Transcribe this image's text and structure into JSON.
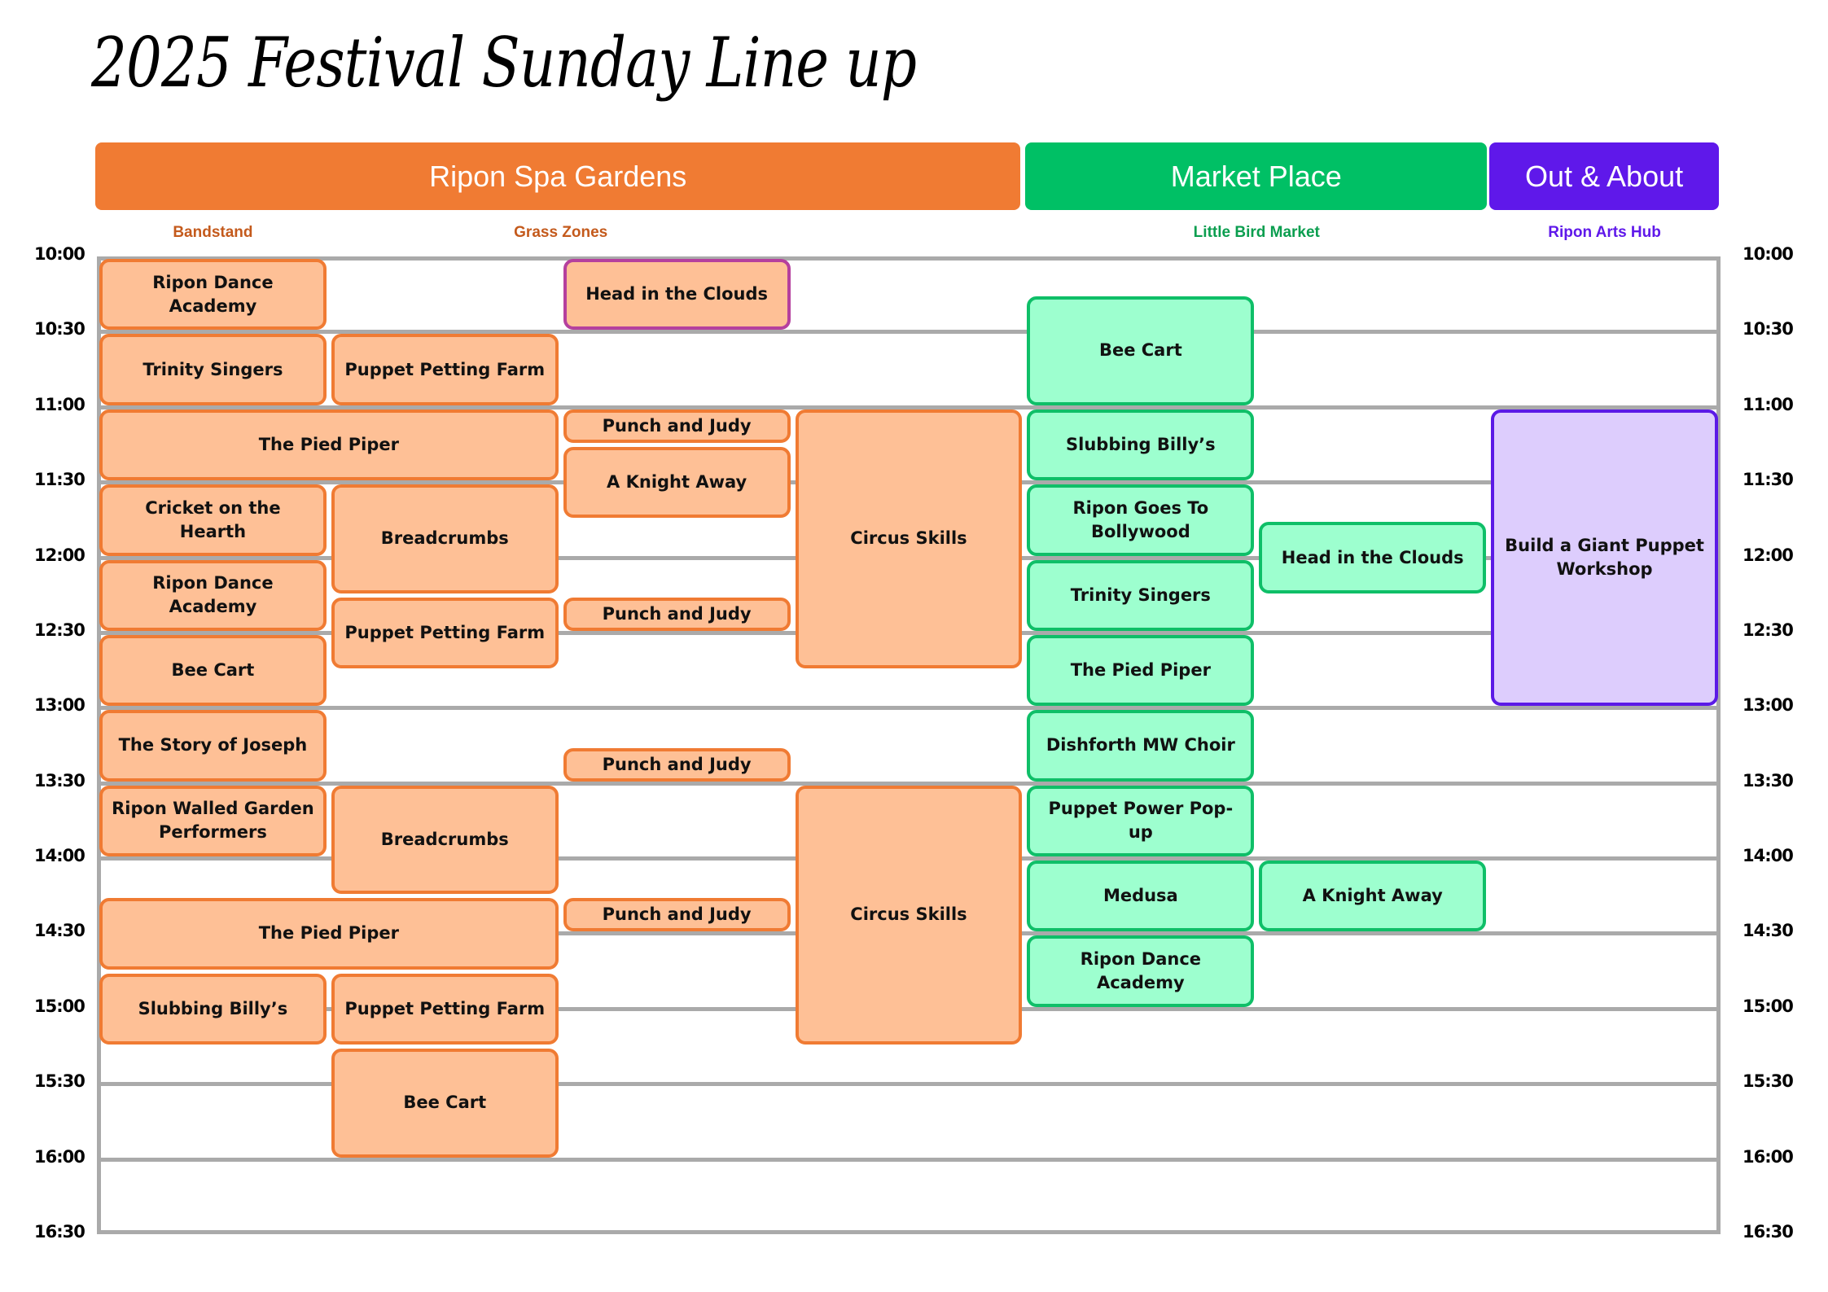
{
  "title": "2025 Festival Sunday Line up",
  "colors": {
    "spa_gardens": "#f07b33",
    "market_place": "#00c065",
    "out_about": "#5f18ea",
    "spa_sublabel": "#c45a1c",
    "market_sublabel": "#0b9e4f",
    "out_sublabel": "#5f18ea",
    "gridline": "#aaaaaa"
  },
  "venues": [
    {
      "name": "Ripon Spa Gardens",
      "color_key": "spa_gardens",
      "col_start": 0,
      "col_span": 4
    },
    {
      "name": "Market Place",
      "color_key": "market_place",
      "col_start": 4,
      "col_span": 2
    },
    {
      "name": "Out & About",
      "color_key": "out_about",
      "col_start": 6,
      "col_span": 1
    }
  ],
  "sublocations": [
    {
      "name": "Bandstand",
      "color_key": "spa_sublabel",
      "col_start": 0,
      "col_span": 1
    },
    {
      "name": "Grass Zones",
      "color_key": "spa_sublabel",
      "col_start": 1,
      "col_span": 2
    },
    {
      "name": "Little Bird Market",
      "color_key": "market_sublabel",
      "col_start": 4,
      "col_span": 2
    },
    {
      "name": "Ripon Arts Hub",
      "color_key": "out_sublabel",
      "col_start": 6,
      "col_span": 1
    }
  ],
  "time_axis": {
    "start": "10:00",
    "end": "16:30",
    "labels": [
      "10:00",
      "10:30",
      "11:00",
      "11:30",
      "12:00",
      "12:30",
      "13:00",
      "13:30",
      "14:00",
      "14:30",
      "15:00",
      "15:30",
      "16:00",
      "16:30"
    ]
  },
  "events": [
    {
      "name": "Ripon Dance Academy",
      "start": "10:00",
      "end": "10:30",
      "col": 0,
      "span": 1,
      "style": "orange"
    },
    {
      "name": "Trinity Singers",
      "start": "10:30",
      "end": "11:00",
      "col": 0,
      "span": 1,
      "style": "orange"
    },
    {
      "name": "The Pied Piper",
      "start": "11:00",
      "end": "11:30",
      "col": 0,
      "span": 2,
      "style": "orange"
    },
    {
      "name": "Cricket on the Hearth",
      "start": "11:30",
      "end": "12:00",
      "col": 0,
      "span": 1,
      "style": "orange"
    },
    {
      "name": "Ripon Dance Academy",
      "start": "12:00",
      "end": "12:30",
      "col": 0,
      "span": 1,
      "style": "orange"
    },
    {
      "name": "Bee Cart",
      "start": "12:30",
      "end": "13:00",
      "col": 0,
      "span": 1,
      "style": "orange"
    },
    {
      "name": "The Story of Joseph",
      "start": "13:00",
      "end": "13:30",
      "col": 0,
      "span": 1,
      "style": "orange"
    },
    {
      "name": "Ripon Walled Garden Performers",
      "start": "13:30",
      "end": "14:00",
      "col": 0,
      "span": 1,
      "style": "orange"
    },
    {
      "name": "The Pied Piper",
      "start": "14:15",
      "end": "14:45",
      "col": 0,
      "span": 2,
      "style": "orange"
    },
    {
      "name": "Slubbing Billy’s",
      "start": "14:45",
      "end": "15:15",
      "col": 0,
      "span": 1,
      "style": "orange"
    },
    {
      "name": "Puppet Petting Farm",
      "start": "10:30",
      "end": "11:00",
      "col": 1,
      "span": 1,
      "style": "orange"
    },
    {
      "name": "Breadcrumbs",
      "start": "11:30",
      "end": "12:15",
      "col": 1,
      "span": 1,
      "style": "orange"
    },
    {
      "name": "Puppet Petting Farm",
      "start": "12:15",
      "end": "12:45",
      "col": 1,
      "span": 1,
      "style": "orange"
    },
    {
      "name": "Breadcrumbs",
      "start": "13:30",
      "end": "14:15",
      "col": 1,
      "span": 1,
      "style": "orange"
    },
    {
      "name": "Puppet Petting Farm",
      "start": "14:45",
      "end": "15:15",
      "col": 1,
      "span": 1,
      "style": "orange"
    },
    {
      "name": "Bee Cart",
      "start": "15:15",
      "end": "16:00",
      "col": 1,
      "span": 1,
      "style": "orange"
    },
    {
      "name": "Head in the Clouds",
      "start": "10:00",
      "end": "10:30",
      "col": 2,
      "span": 1,
      "style": "magenta"
    },
    {
      "name": "Punch and Judy",
      "start": "11:00",
      "end": "11:15",
      "col": 2,
      "span": 1,
      "style": "orange"
    },
    {
      "name": "A Knight Away",
      "start": "11:15",
      "end": "11:45",
      "col": 2,
      "span": 1,
      "style": "orange"
    },
    {
      "name": "Punch and Judy",
      "start": "12:15",
      "end": "12:30",
      "col": 2,
      "span": 1,
      "style": "orange"
    },
    {
      "name": "Punch and Judy",
      "start": "13:15",
      "end": "13:30",
      "col": 2,
      "span": 1,
      "style": "orange"
    },
    {
      "name": "Punch and Judy",
      "start": "14:15",
      "end": "14:30",
      "col": 2,
      "span": 1,
      "style": "orange"
    },
    {
      "name": "Circus Skills",
      "start": "11:00",
      "end": "12:45",
      "col": 3,
      "span": 1,
      "style": "orange"
    },
    {
      "name": "Circus Skills",
      "start": "13:30",
      "end": "15:15",
      "col": 3,
      "span": 1,
      "style": "orange"
    },
    {
      "name": "Bee Cart",
      "start": "10:15",
      "end": "11:00",
      "col": 4,
      "span": 1,
      "style": "green"
    },
    {
      "name": "Slubbing Billy’s",
      "start": "11:00",
      "end": "11:30",
      "col": 4,
      "span": 1,
      "style": "green"
    },
    {
      "name": "Ripon Goes To Bollywood",
      "start": "11:30",
      "end": "12:00",
      "col": 4,
      "span": 1,
      "style": "green"
    },
    {
      "name": "Trinity Singers",
      "start": "12:00",
      "end": "12:30",
      "col": 4,
      "span": 1,
      "style": "green"
    },
    {
      "name": "The Pied Piper",
      "start": "12:30",
      "end": "13:00",
      "col": 4,
      "span": 1,
      "style": "green"
    },
    {
      "name": "Dishforth MW Choir",
      "start": "13:00",
      "end": "13:30",
      "col": 4,
      "span": 1,
      "style": "green"
    },
    {
      "name": "Puppet Power Pop-up",
      "start": "13:30",
      "end": "14:00",
      "col": 4,
      "span": 1,
      "style": "green"
    },
    {
      "name": "Medusa",
      "start": "14:00",
      "end": "14:30",
      "col": 4,
      "span": 1,
      "style": "green"
    },
    {
      "name": "Ripon Dance Academy",
      "start": "14:30",
      "end": "15:00",
      "col": 4,
      "span": 1,
      "style": "green"
    },
    {
      "name": "Head in the Clouds",
      "start": "11:45",
      "end": "12:15",
      "col": 5,
      "span": 1,
      "style": "green"
    },
    {
      "name": "A Knight Away",
      "start": "14:00",
      "end": "14:30",
      "col": 5,
      "span": 1,
      "style": "green"
    },
    {
      "name": "Build a Giant Puppet Workshop",
      "start": "11:00",
      "end": "13:00",
      "col": 6,
      "span": 1,
      "style": "purple"
    }
  ]
}
